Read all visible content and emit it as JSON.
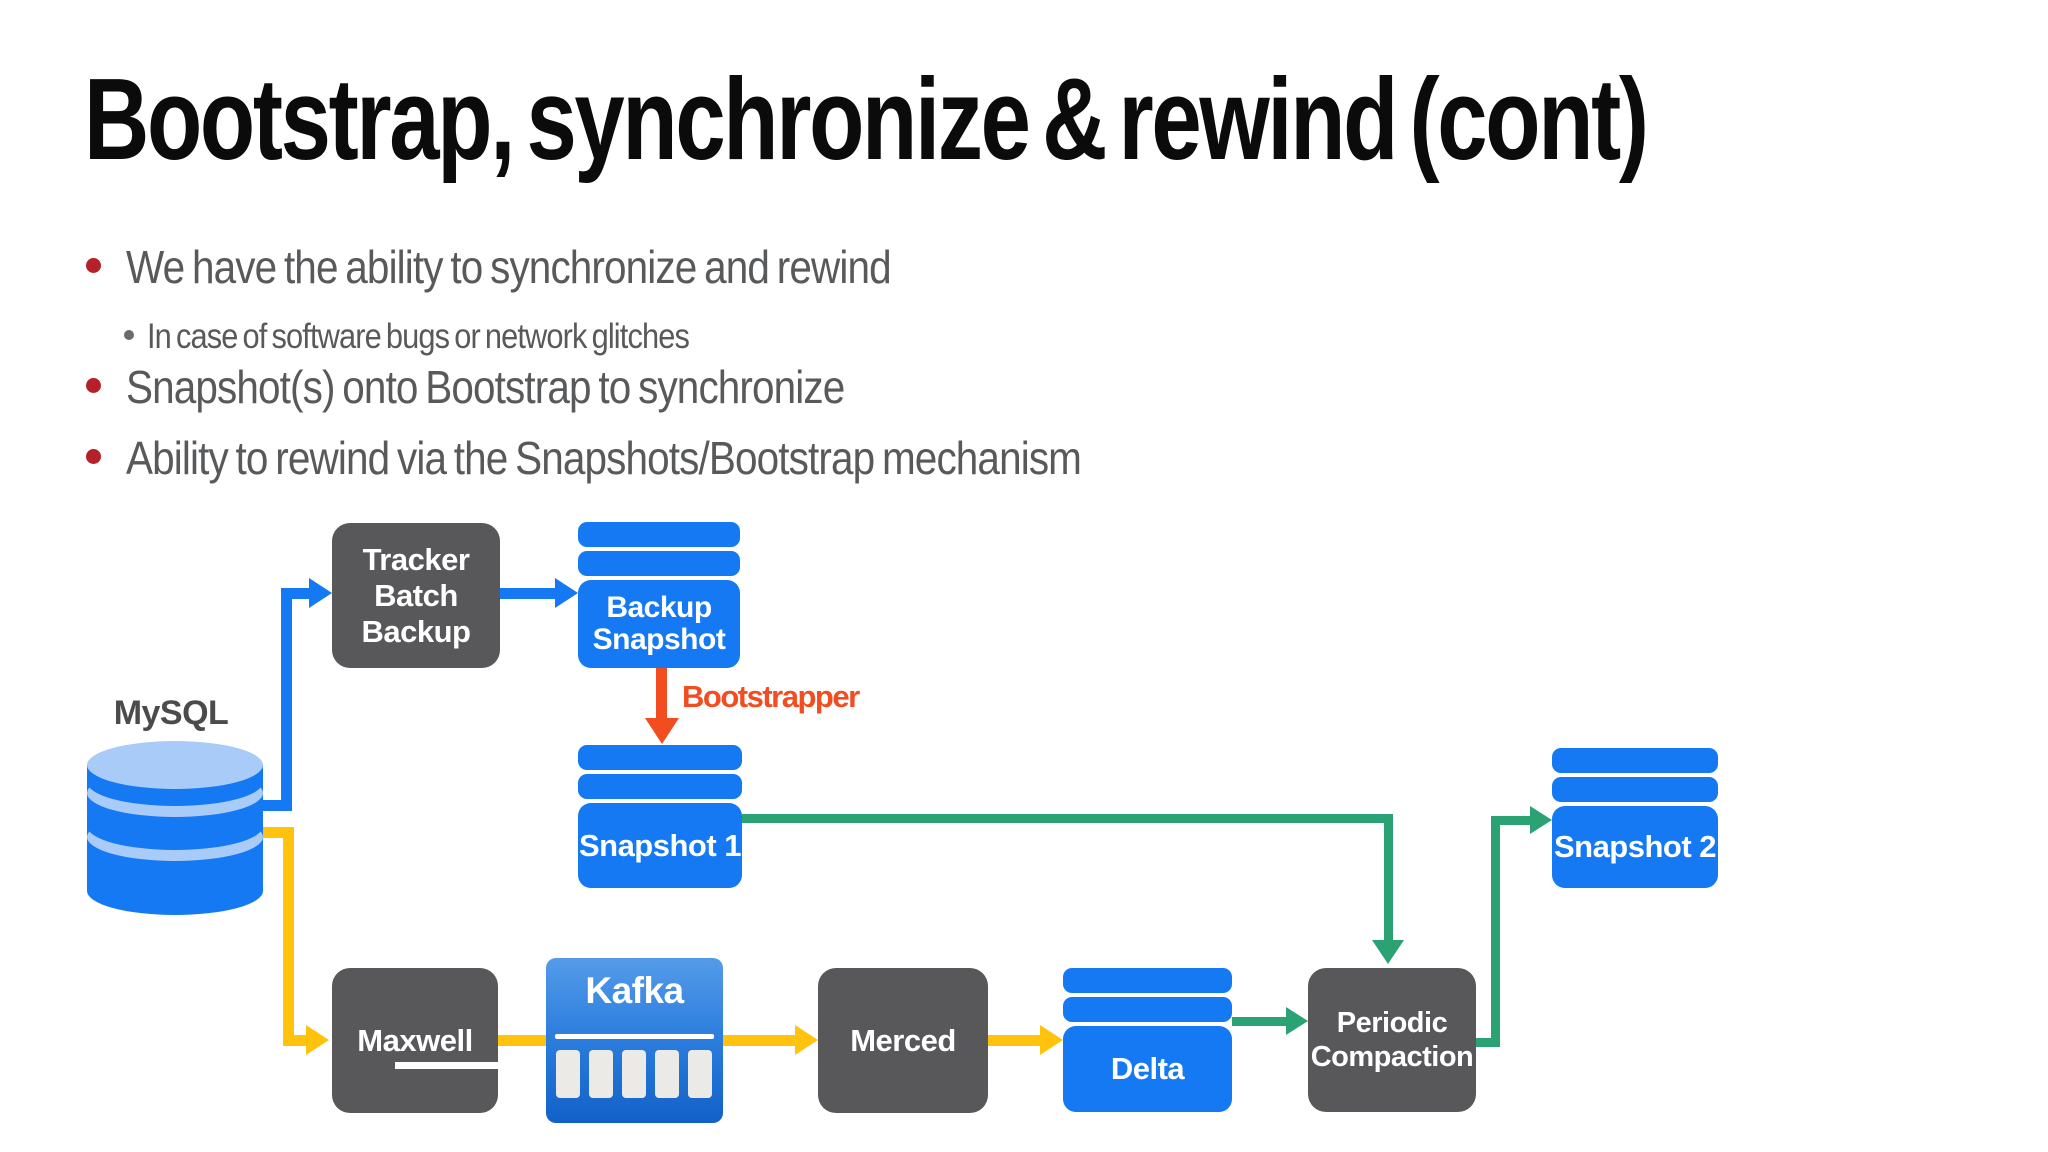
{
  "slide": {
    "title": "Bootstrap, synchronize & rewind (cont)",
    "bullets": {
      "b1": "We have the ability to synchronize and rewind",
      "sub1": "In case of software bugs or network glitches",
      "b2": "Snapshot(s) onto Bootstrap to synchronize",
      "b3": "Ability to rewind via the Snapshots/Bootstrap mechanism"
    }
  },
  "diagram": {
    "mysql": {
      "label": "MySQL"
    },
    "tracker": {
      "line1": "Tracker",
      "line2": "Batch",
      "line3": "Backup"
    },
    "backup_snapshot": {
      "line1": "Backup",
      "line2": "Snapshot"
    },
    "bootstrapper_label": "Bootstrapper",
    "snapshot1": {
      "label": "Snapshot 1"
    },
    "snapshot2": {
      "label": "Snapshot 2"
    },
    "maxwell": {
      "label": "Maxwell"
    },
    "kafka": {
      "label": "Kafka"
    },
    "merced": {
      "label": "Merced"
    },
    "delta": {
      "label": "Delta"
    },
    "periodic_compaction": {
      "line1": "Periodic",
      "line2": "Compaction"
    },
    "colors": {
      "box_blue": "#1479F2",
      "box_gray": "#58585A",
      "arrow_blue": "#1479F2",
      "arrow_yellow": "#FFC30D",
      "arrow_green": "#2BA273",
      "arrow_orange": "#F14D21",
      "cylinder_light_blue": "#A9CBF7",
      "bullet_red": "#B5202A",
      "body_text_gray": "#58595B"
    }
  }
}
